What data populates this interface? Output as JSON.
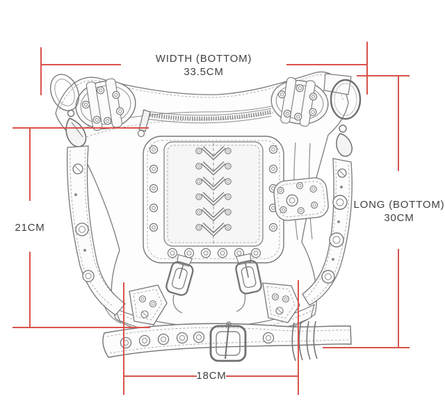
{
  "illustration": {
    "name": "steampunk-waist-leg-bag-line-art",
    "parts": [
      "waist-belt-band",
      "left-buckle-plate",
      "right-buckle-plate",
      "zipper",
      "corset-lace-front-pouch",
      "side-cuff-pocket",
      "left-hanging-strap",
      "right-hanging-strap",
      "lower-grommet-panels",
      "bottom-belt-with-buckle"
    ]
  },
  "dimensions": {
    "width": {
      "label": "WIDTH (BOTTOM)",
      "value": "33.5CM"
    },
    "height": {
      "value": "21CM"
    },
    "long": {
      "label": "LONG (BOTTOM)",
      "value": "30CM"
    },
    "inner_width": {
      "value": "18CM"
    }
  },
  "colors": {
    "dimension_line": "#d9524b",
    "label_text": "#3f3f3f",
    "sketch_stroke": "#787878",
    "background": "#ffffff"
  }
}
